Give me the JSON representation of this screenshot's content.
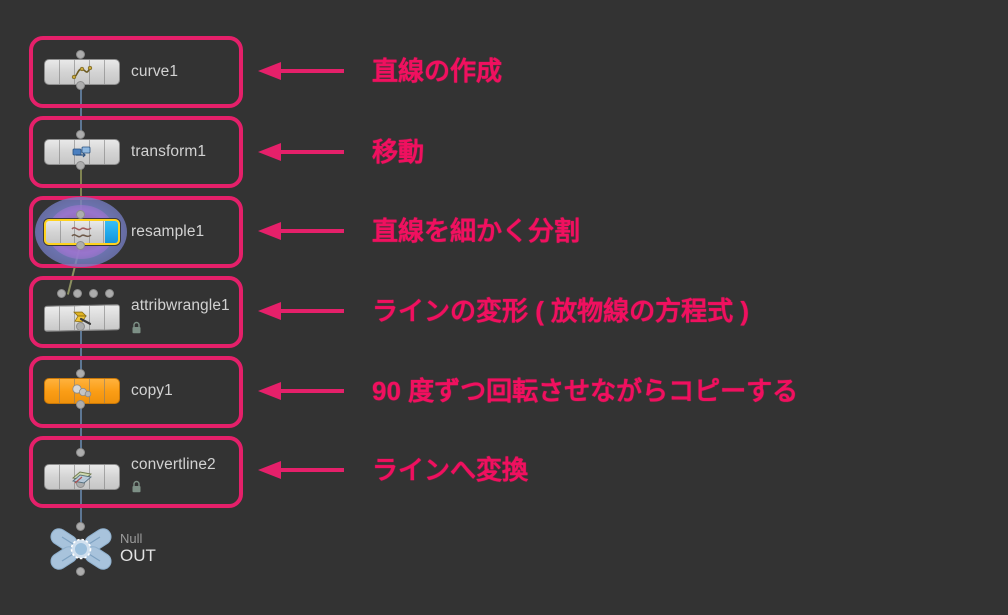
{
  "app": {
    "background_color": "#333333",
    "accent_color": "#e5206a",
    "annotation_text_color": "#f0105f",
    "selection_color": "#ffd21e"
  },
  "network": {
    "nodes": [
      {
        "name": "curve1",
        "icon": "curve-node-icon",
        "color": "grey",
        "inputs": 1,
        "outputs": 1,
        "locked": false,
        "selected": false,
        "displayed": false,
        "highlighted": true
      },
      {
        "name": "transform1",
        "icon": "transform-node-icon",
        "color": "grey",
        "inputs": 1,
        "outputs": 1,
        "locked": false,
        "selected": false,
        "displayed": false,
        "highlighted": true
      },
      {
        "name": "resample1",
        "icon": "resample-node-icon",
        "color": "grey",
        "inputs": 1,
        "outputs": 1,
        "locked": false,
        "selected": true,
        "displayed": true,
        "highlighted": true
      },
      {
        "name": "attribwrangle1",
        "icon": "attribwrangle-node-icon",
        "color": "grey",
        "inputs": 4,
        "outputs": 1,
        "locked": true,
        "selected": false,
        "displayed": false,
        "highlighted": true
      },
      {
        "name": "copy1",
        "icon": "copy-node-icon",
        "color": "orange",
        "inputs": 1,
        "outputs": 1,
        "locked": false,
        "selected": false,
        "displayed": false,
        "highlighted": true
      },
      {
        "name": "convertline2",
        "icon": "convertline-node-icon",
        "color": "grey",
        "inputs": 1,
        "outputs": 1,
        "locked": true,
        "selected": false,
        "displayed": false,
        "highlighted": true
      }
    ],
    "output_node": {
      "type_label": "Null",
      "name": "OUT",
      "icon": "null-display-node-icon"
    }
  },
  "annotations": [
    {
      "text": "直線の作成",
      "arrow": "arrow-left-icon"
    },
    {
      "text": "移動",
      "arrow": "arrow-left-icon"
    },
    {
      "text": "直線を細かく分割",
      "arrow": "arrow-left-icon"
    },
    {
      "text": "ラインの変形 ( 放物線の方程式 )",
      "arrow": "arrow-left-icon"
    },
    {
      "text": "90 度ずつ回転させながらコピーする",
      "arrow": "arrow-left-icon"
    },
    {
      "text": "ラインへ変換",
      "arrow": "arrow-left-icon"
    }
  ]
}
